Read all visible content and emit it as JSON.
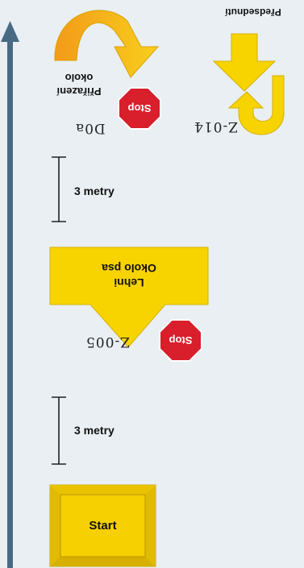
{
  "labels": {
    "start": "Start",
    "metry_lower": "3 metry",
    "metry_upper": "3 metry",
    "lehni_line1": "Lehni",
    "lehni_line2": "Okolo psa",
    "stop_lower": "Stop",
    "stop_upper": "Stop",
    "code_z005": "Z-005",
    "code_z014": "Z-014",
    "code_d0a": "D0a",
    "prirazeni_line1": "Přiřazení",
    "prirazeni_line2": "okolo",
    "predsednuti": "Předsednutí"
  },
  "colors": {
    "background": "#e9eff3",
    "yellow": "#f7d300",
    "yellow_dark": "#c9a400",
    "orange": "#f3a21e",
    "stop_red": "#d81f2b",
    "axis_blue": "#486a82"
  }
}
